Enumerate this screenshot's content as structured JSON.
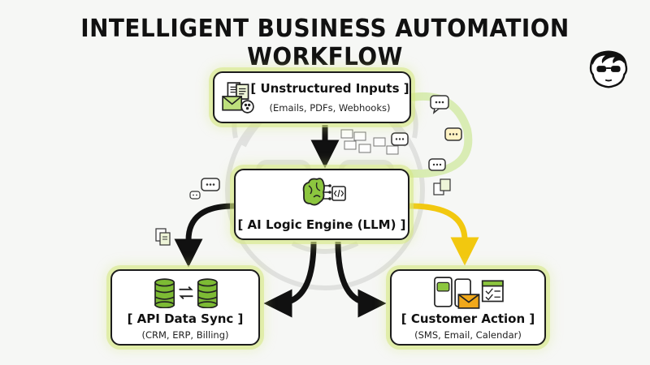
{
  "title": "INTELLIGENT BUSINESS AUTOMATION WORKFLOW",
  "nodes": {
    "inputs": {
      "title": "[ Unstructured Inputs ]",
      "subtitle": "(Emails, PDFs, Webhooks)",
      "icon": "documents-email-webhook-icon"
    },
    "engine": {
      "title": "[ AI Logic Engine (LLM) ]",
      "icon": "brain-circuit-code-icon"
    },
    "api": {
      "title": "[ API Data Sync ]",
      "subtitle": "(CRM, ERP, Billing)",
      "icon": "database-sync-icon"
    },
    "customer": {
      "title": "[ Customer Action ]",
      "subtitle": "(SMS, Email, Calendar)",
      "icon": "phone-email-calendar-icon"
    }
  },
  "colors": {
    "accent_green": "#8cc63f",
    "accent_yellow": "#f2c80f",
    "arrow_black": "#111111",
    "glow": "#d6e882",
    "database": "#7dbb34",
    "envelope": "#f0a81a"
  }
}
